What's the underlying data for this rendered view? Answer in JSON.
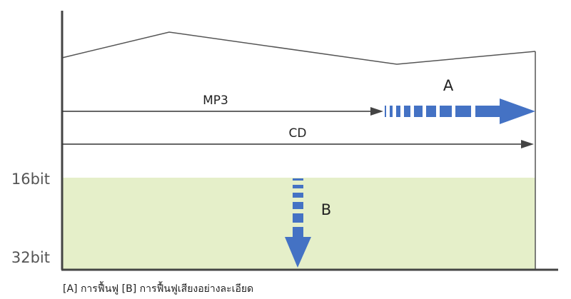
{
  "labels": {
    "mp3": "MP3",
    "cd": "CD",
    "a": "A",
    "b": "B",
    "bit16": "16bit",
    "bit32": "32bit"
  },
  "caption": "[A] การฟื้นฟู [B] การฟื้นฟูเสียงอย่างละเอียด",
  "colors": {
    "fill": "#e5efc9",
    "arrow_blue": "#4472c4",
    "line": "#333333"
  }
}
